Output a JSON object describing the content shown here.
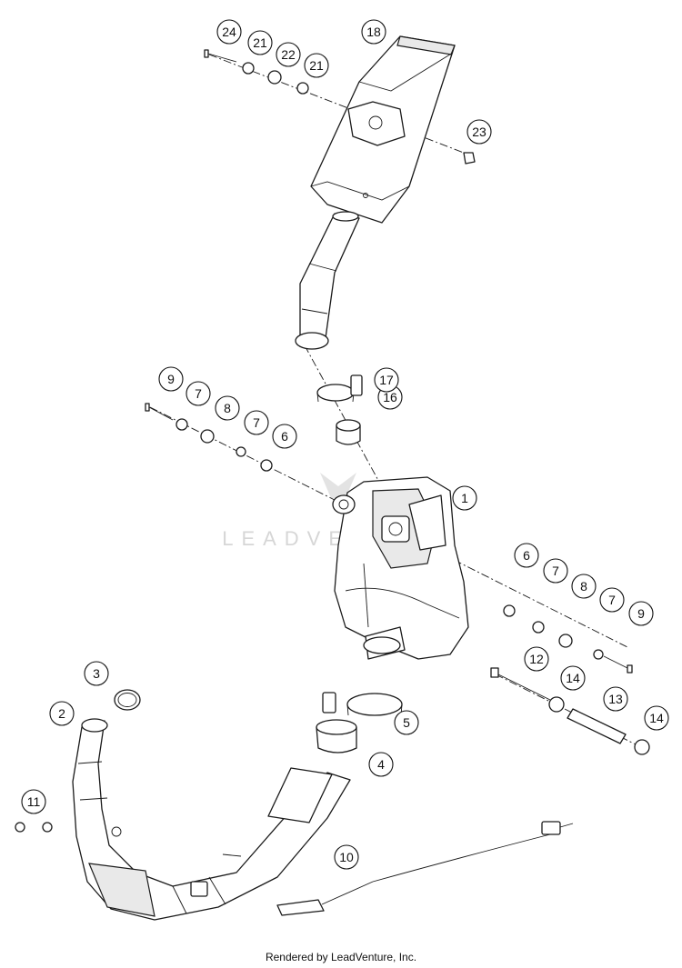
{
  "callouts": {
    "c1": "1",
    "c2": "2",
    "c3": "3",
    "c4": "4",
    "c5": "5",
    "c6": "6",
    "c7": "7",
    "c8": "8",
    "c9": "9",
    "c10": "10",
    "c11": "11",
    "c12": "12",
    "c13": "13",
    "c14": "14",
    "c16": "16",
    "c17": "17",
    "c18": "18",
    "c21": "21",
    "c22": "22",
    "c23": "23",
    "c24": "24"
  },
  "watermark": {
    "text": "LEADVENTURE"
  },
  "footer": {
    "text": "Rendered by LeadVenture, Inc."
  }
}
